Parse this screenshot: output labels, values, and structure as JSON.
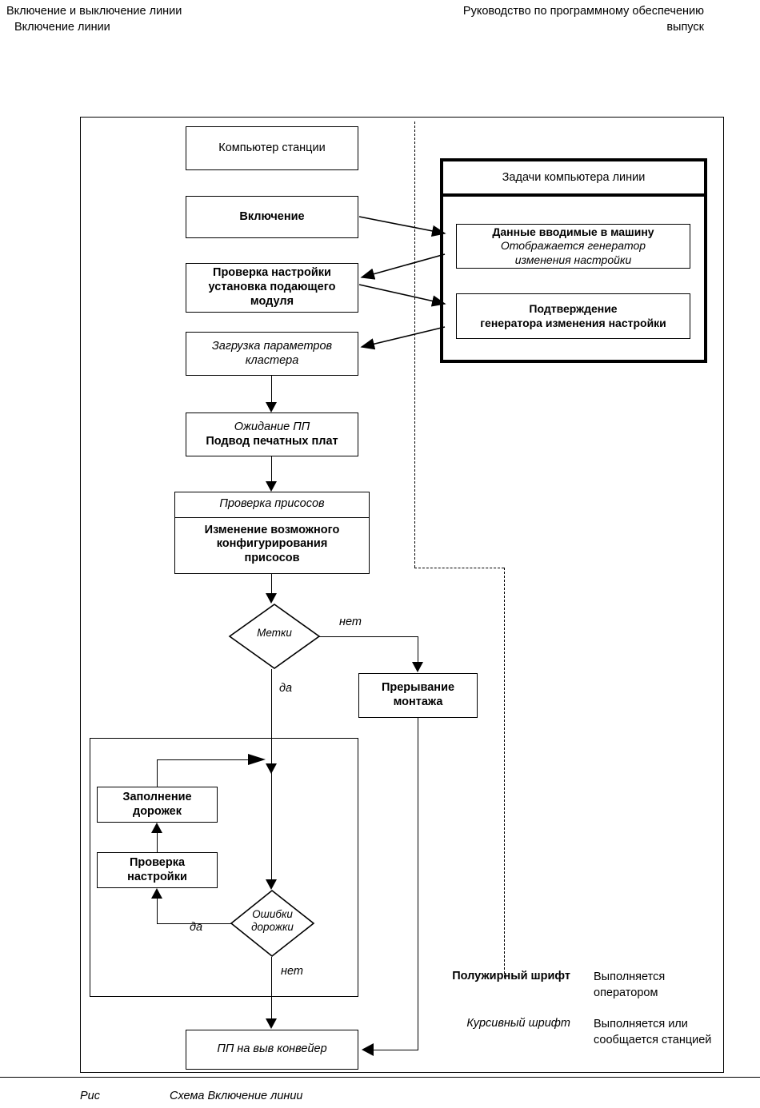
{
  "header": {
    "left_line1": "Включение и выключение линии",
    "left_line2": "Включение линии",
    "right_line1": "Руководство по программному обеспечению",
    "right_line2": "выпуск"
  },
  "flow": {
    "station_computer": "Компьютер станции",
    "power_on": "Включение",
    "setup_check": {
      "line1": "Проверка настройки",
      "line2": "установка подающего",
      "line3": "модуля"
    },
    "load_params": {
      "line1": "Загрузка параметров",
      "line2": "кластера"
    },
    "wait_pcb": {
      "line1": "Ожидание ПП",
      "line2": "Подвод печатных плат"
    },
    "nozzle_check": {
      "top": "Проверка присосов",
      "bottom_line1": "Изменение возможного",
      "bottom_line2": "конфигурирования",
      "bottom_line3": "присосов"
    },
    "marks_decision": "Метки",
    "interrupt": {
      "line1": "Прерывание",
      "line2": "монтажа"
    },
    "fill_tracks": {
      "line1": "Заполнение",
      "line2": "дорожек"
    },
    "check_setup": {
      "line1": "Проверка",
      "line2": "настройки"
    },
    "track_errors": {
      "line1": "Ошибки",
      "line2": "дорожки"
    },
    "pcb_out": "ПП на выв  конвейер",
    "labels": {
      "no_marks": "нет",
      "yes_marks": "да",
      "yes_errors": "да",
      "no_errors": "нет"
    }
  },
  "task_panel": {
    "title": "Задачи компьютера линии",
    "data_input": {
      "line1": "Данные  вводимые в машину",
      "line2": "Отображается генератор",
      "line3": "изменения настройки"
    },
    "confirm": {
      "line1": "Подтверждение",
      "line2": "генератора изменения настройки"
    }
  },
  "legend": {
    "bold_term": "Полужирный шрифт",
    "bold_desc_line1": "Выполняется",
    "bold_desc_line2": "оператором",
    "italic_term": "Курсивный шрифт",
    "italic_desc_line1": "Выполняется или",
    "italic_desc_line2": "сообщается станцией"
  },
  "caption": {
    "fig": "Рис",
    "text": "Схема  Включение линии"
  }
}
